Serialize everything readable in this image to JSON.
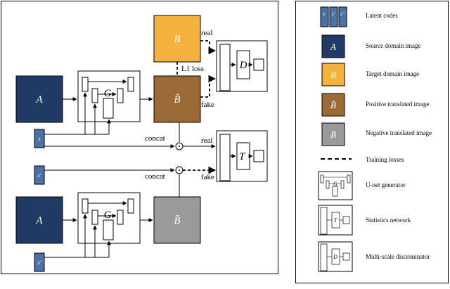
{
  "colors": {
    "source": "#1f3a64",
    "target": "#f6b23e",
    "positive": "#9b6a35",
    "negative": "#9a9a9a",
    "latent": "#4b72a8",
    "stroke": "#000000"
  },
  "labels": {
    "A": "A",
    "B": "B",
    "B_hat": "B̂",
    "B_bar": "B̄",
    "G": "G",
    "D": "D",
    "T": "T",
    "z": "z",
    "z_prime": "z'",
    "z_dprime": "z''",
    "real": "real",
    "fake": "fake",
    "l1_loss": "L1 loss",
    "concat": "concat"
  },
  "legend": {
    "latent_codes": "Latent codes",
    "source_domain": "Source domain image",
    "target_domain": "Target domain image",
    "positive_translated": "Positive translated image",
    "negative_translated": "Negative translated image",
    "training_losses": "Training losses",
    "unet_generator": "U-net generator",
    "statistics_network": "Statistics network",
    "multiscale_discriminator": "Multi-scale discriminator"
  }
}
